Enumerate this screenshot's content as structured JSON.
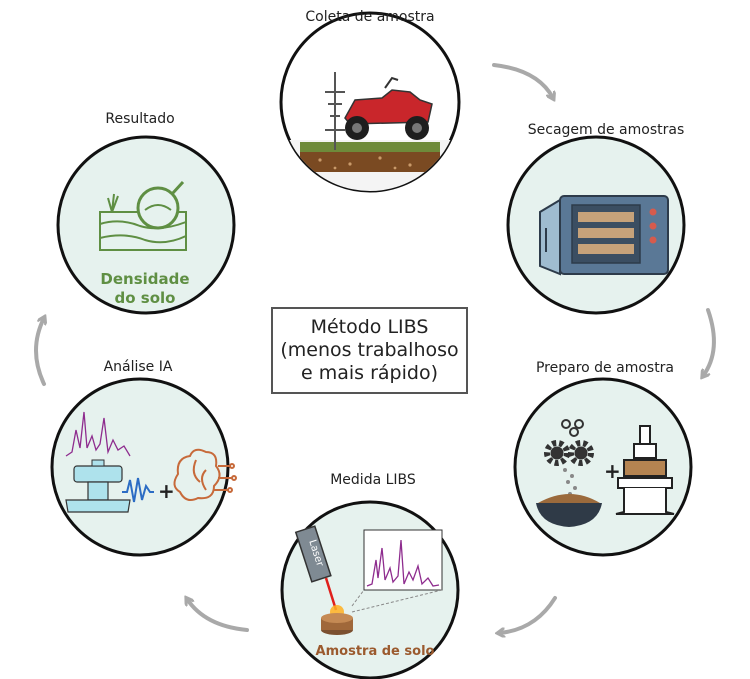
{
  "steps": {
    "collect": {
      "label": "Coleta de amostra"
    },
    "drying": {
      "label": "Secagem de amostras"
    },
    "prep": {
      "label": "Preparo de amostra"
    },
    "measure": {
      "label": "Medida LIBS",
      "laser_text": "Laser",
      "sample_caption": "Amostra de solo"
    },
    "ai": {
      "label": "Análise IA"
    },
    "result": {
      "label": "Resultado",
      "caption_line1": "Densidade",
      "caption_line2": "do solo"
    }
  },
  "center": {
    "line1": "Método LIBS",
    "line2": "(menos trabalhoso",
    "line3": "e mais rápido)"
  },
  "colors": {
    "circle_fill": "#e6f2ee",
    "circle_stroke": "#111111",
    "arrow": "#a9a9a9",
    "result_green": "#5f8f43",
    "caption_brown": "#9b5a2e",
    "spectrum": "#8e2c8e"
  },
  "icons": [
    "atv-icon",
    "soil-probe-icon",
    "oven-icon",
    "gear-icon",
    "bowl-icon",
    "press-icon",
    "laser-icon",
    "spectrum-icon",
    "grinder-icon",
    "brain-icon",
    "magnifier-icon"
  ]
}
